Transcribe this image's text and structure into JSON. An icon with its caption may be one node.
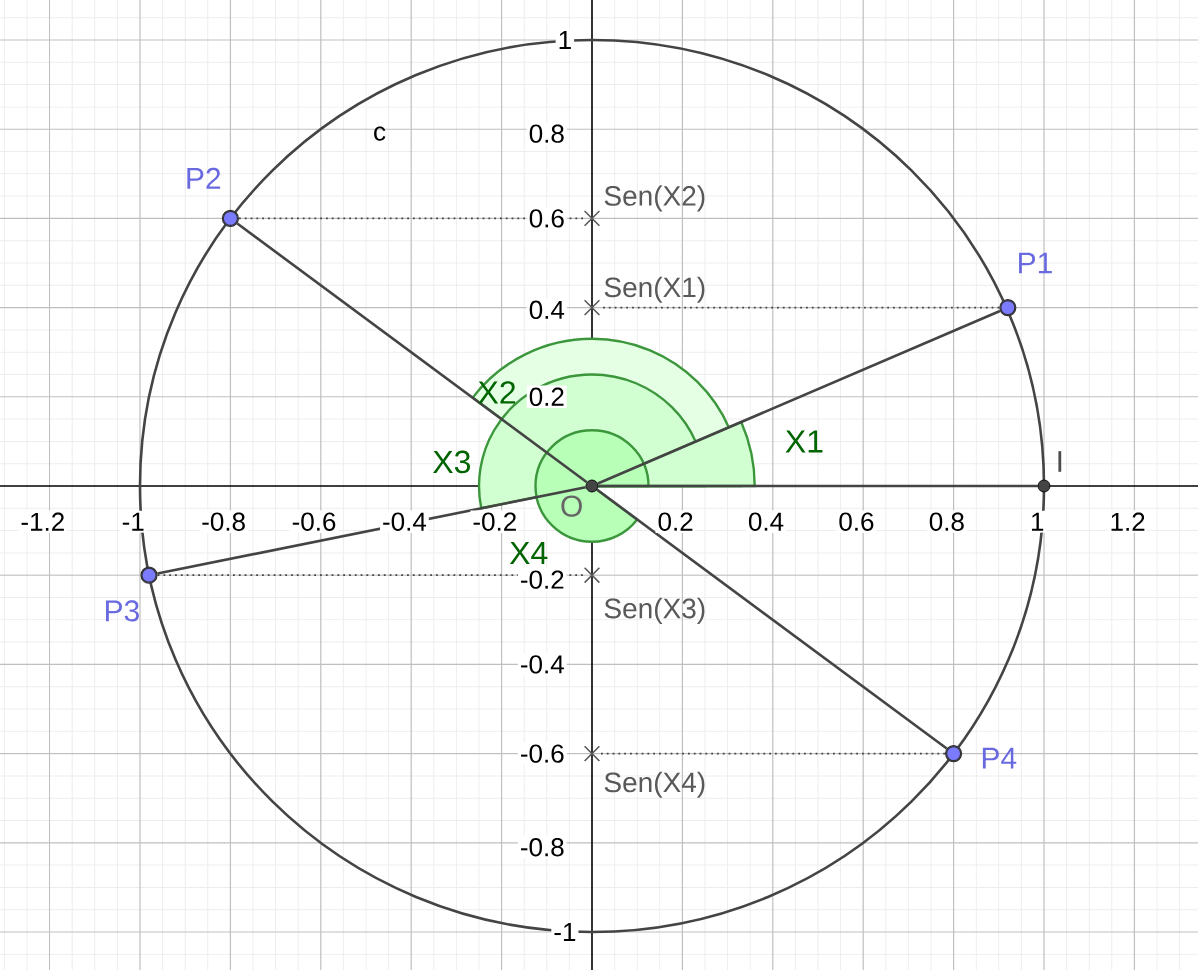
{
  "diagram": {
    "nodes": [
      {
        "text": [
          "O"
        ]
      },
      {
        "text": [
          "P1"
        ]
      },
      {
        "text": [
          "P2"
        ]
      },
      {
        "text": [
          "P3"
        ]
      },
      {
        "text": [
          "P4"
        ]
      },
      {
        "text": [
          "I"
        ]
      },
      {
        "text": [
          "Sen(X1)"
        ]
      },
      {
        "text": [
          "Sen(X2)"
        ]
      },
      {
        "text": [
          "Sen(X3)"
        ]
      },
      {
        "text": [
          "Sen(X4)"
        ]
      }
    ],
    "edges": [
      {
        "from": 0,
        "to": 1,
        "arrow": "none"
      },
      {
        "from": 0,
        "to": 2,
        "arrow": "none"
      },
      {
        "from": 0,
        "to": 3,
        "arrow": "none"
      },
      {
        "from": 0,
        "to": 4,
        "arrow": "none"
      },
      {
        "from": 0,
        "to": 5,
        "arrow": "none"
      },
      {
        "from": 1,
        "to": 6,
        "arrow": "none",
        "style": "dashed"
      },
      {
        "from": 2,
        "to": 7,
        "arrow": "none",
        "style": "dashed"
      },
      {
        "from": 3,
        "to": 8,
        "arrow": "none",
        "style": "dashed"
      },
      {
        "from": 4,
        "to": 9,
        "arrow": "none",
        "style": "dashed"
      }
    ],
    "labels": [
      "1",
      "c",
      "0.8",
      "0.6",
      "0.4",
      "X2",
      "0.2",
      "X1",
      "X3",
      "-1.2",
      "-1",
      "-0.8",
      "-0.6",
      "-0.4",
      "-0.2",
      "0.2",
      "0.4",
      "0.6",
      "0.8",
      "1",
      "1.2",
      "X4",
      "-0.2",
      "-0.4",
      "-0.6",
      "-0.8",
      "-1"
    ]
  }
}
